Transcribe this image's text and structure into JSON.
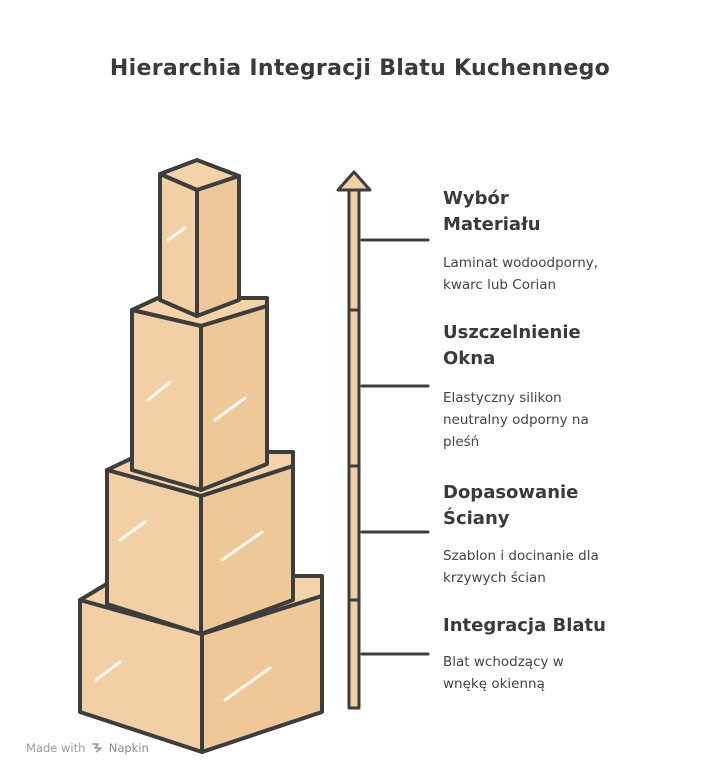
{
  "title": "Hierarchia Integracji Blatu Kuchennego",
  "levels": [
    {
      "name": "Wybór Materiału",
      "name_line1": "Wybór",
      "name_line2": "Materiału",
      "description_line1": "Laminat wodoodporny,",
      "description_line2": "kwarc lub Corian",
      "description_line3": ""
    },
    {
      "name": "Uszczelnienie Okna",
      "name_line1": "Uszczelnienie",
      "name_line2": "Okna",
      "description_line1": "Elastyczny silikon",
      "description_line2": "neutralny odporny na",
      "description_line3": "pleśń"
    },
    {
      "name": "Dopasowanie Ściany",
      "name_line1": "Dopasowanie",
      "name_line2": "Ściany",
      "description_line1": "Szablon i docinanie dla",
      "description_line2": "krzywych ścian",
      "description_line3": ""
    },
    {
      "name": "Integracja Blatu",
      "name_line1": "Integracja Blatu",
      "name_line2": "",
      "description_line1": "Blat wchodzący w",
      "description_line2": "wnękę okienną",
      "description_line3": ""
    }
  ],
  "footer": {
    "prefix": "Made with",
    "brand": "Napkin"
  },
  "colors": {
    "block_fill": "#f2cfa4",
    "block_side": "#efc89a",
    "stroke": "#3d3d3d",
    "arrow_fill": "#f2cfa4"
  }
}
